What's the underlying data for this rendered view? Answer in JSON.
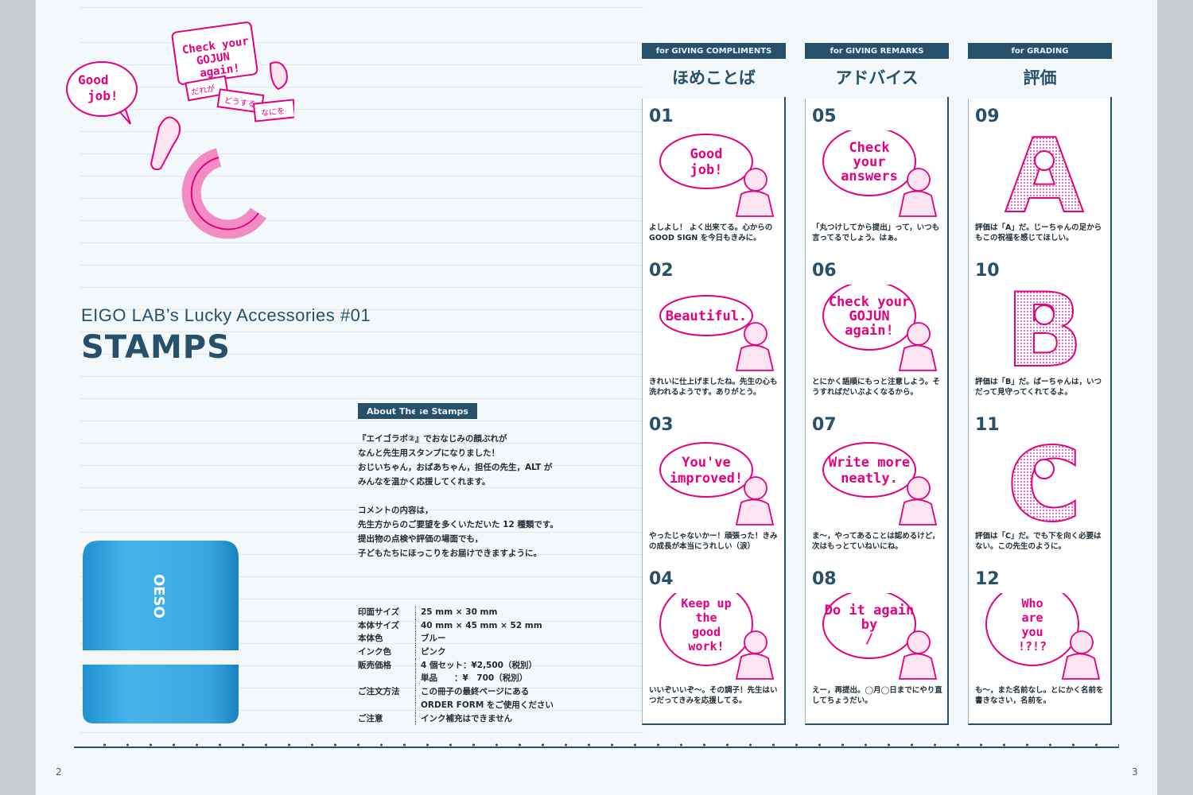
{
  "left_page": {
    "subtitle": "EIGO LAB’s Lucky Accessories #01",
    "title": "STAMPS",
    "about_label": "About These Stamps",
    "about_text": "『エイゴラボ②』でおなじみの顔ぶれが\nなんと先生用スタンプになりました！\nおじいちゃん，おばあちゃん，担任の先生，ALT が\nみんなを温かく応援してくれます。\n\nコメントの内容は，\n先生方からのご要望を多くいただいた 12 種類です。\n提出物の点検や評価の場面でも，\n子どもたちにほっこりをお届けできますように。",
    "specs": [
      {
        "key": "印面サイズ",
        "value": "25 mm × 30 mm"
      },
      {
        "key": "本体サイズ",
        "value": "40 mm × 45 mm × 52 mm"
      },
      {
        "key": "本体色",
        "value": "ブルー"
      },
      {
        "key": "インク色",
        "value": "ピンク"
      },
      {
        "key": "販売価格",
        "value": "4 個セット：¥2,500（税別）"
      },
      {
        "key": "",
        "value": "単品　　：¥　700（税別）"
      },
      {
        "key": "ご注文方法",
        "value": "この冊子の最終ページにある"
      },
      {
        "key": "",
        "value": "ORDER FORM をご使用ください"
      },
      {
        "key": "ご注意",
        "value": "インク補充はできません"
      }
    ],
    "stamp_brand": "OESO",
    "header_art": {
      "bubble1": [
        "Good",
        "job!"
      ],
      "bubble2": [
        "Check your",
        "GOJUN",
        "again!"
      ],
      "cards": [
        "だれが",
        "どうする",
        "なにを"
      ],
      "letter": "C"
    },
    "page_number": "2"
  },
  "right_page": {
    "columns": [
      {
        "tag": "for GIVING COMPLIMENTS",
        "title": "ほめことば",
        "cards": [
          {
            "num": "01",
            "bubble": [
              "Good",
              "job!"
            ],
            "text": "よしよし！ よく出来てる。心からの GOOD SIGN を今日もきみに。"
          },
          {
            "num": "02",
            "bubble": [
              "Beautiful."
            ],
            "text": "きれいに仕上げましたね。先生の心も洗われるようです。ありがとう。"
          },
          {
            "num": "03",
            "bubble": [
              "You've",
              "improved!"
            ],
            "text": "やったじゃないかー！頑張った！きみの成長が本当にうれしい（涙）"
          },
          {
            "num": "04",
            "bubble": [
              "Keep up",
              "the",
              "good",
              "work!"
            ],
            "text": "いいぞいいぞ〜。その調子！先生はいつだってきみを応援してる。"
          }
        ]
      },
      {
        "tag": "for GIVING REMARKS",
        "title": "アドバイス",
        "cards": [
          {
            "num": "05",
            "bubble": [
              "Check",
              "your",
              "answers"
            ],
            "text": "「丸つけしてから提出」って，いつも言ってるでしょう。はぁ。"
          },
          {
            "num": "06",
            "bubble": [
              "Check your",
              "GOJUN",
              "again!"
            ],
            "text": "とにかく語順にもっと注意しよう。そうすればだいぶよくなるから。"
          },
          {
            "num": "07",
            "bubble": [
              "Write more",
              "neatly."
            ],
            "text": "ま〜，やってあることは認めるけど，次はもっとていねいにね。"
          },
          {
            "num": "08",
            "bubble": [
              "Do it again",
              "by",
              "/"
            ],
            "text": "えー，再提出。◯月◯日までにやり直してちょうだい。"
          }
        ]
      },
      {
        "tag": "for GRADING",
        "title": "評価",
        "cards": [
          {
            "num": "09",
            "letter": "A",
            "text": "評価は「A」だ。じーちゃんの足からもこの祝福を感じてほしい。"
          },
          {
            "num": "10",
            "letter": "B",
            "text": "評価は「B」だ。ばーちゃんは，いつだって見守ってくれてるよ。"
          },
          {
            "num": "11",
            "letter": "C",
            "text": "評価は「C」だ。でも下を向く必要はない。この先生のように。"
          },
          {
            "num": "12",
            "bubble": [
              "Who",
              "are",
              "you",
              "!?!?"
            ],
            "text": "も〜，また名前なし。とにかく名前を書きなさい，名前を。"
          }
        ]
      }
    ],
    "page_number": "3"
  },
  "colors": {
    "navy": "#26506b",
    "pink": "#e5007f",
    "stamp_blue": "#3fb0e6",
    "paper": "#f3f8fb"
  }
}
